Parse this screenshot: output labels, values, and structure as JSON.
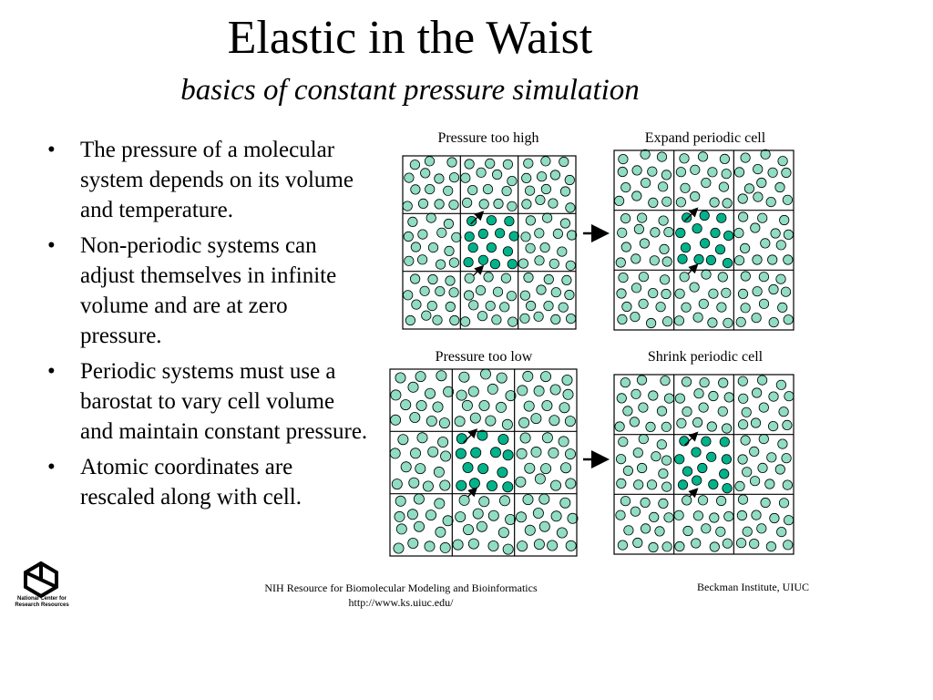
{
  "title": "Elastic in the Waist",
  "subtitle": "basics of constant pressure simulation",
  "bullets": [
    "The pressure of a molecular system depends on its volume and temperature.",
    "Non-periodic systems can adjust themselves in infinite volume and are at zero pressure.",
    "Periodic systems must use a barostat to vary cell volume and maintain constant pressure.",
    "Atomic coordinates are rescaled along with cell."
  ],
  "captions": {
    "high": "Pressure too high",
    "expand": "Expand periodic cell",
    "low": "Pressure too low",
    "shrink": "Shrink periodic cell"
  },
  "footer": {
    "center_line1": "NIH Resource for Biomolecular Modeling and Bioinformatics",
    "center_line2": "http://www.ks.uiuc.edu/",
    "right": "Beckman Institute, UIUC",
    "logo_text": "National Center for Research Resources"
  },
  "colors": {
    "light_atom": "#90dcc4",
    "dark_atom": "#00b38a",
    "stroke": "#000000"
  }
}
